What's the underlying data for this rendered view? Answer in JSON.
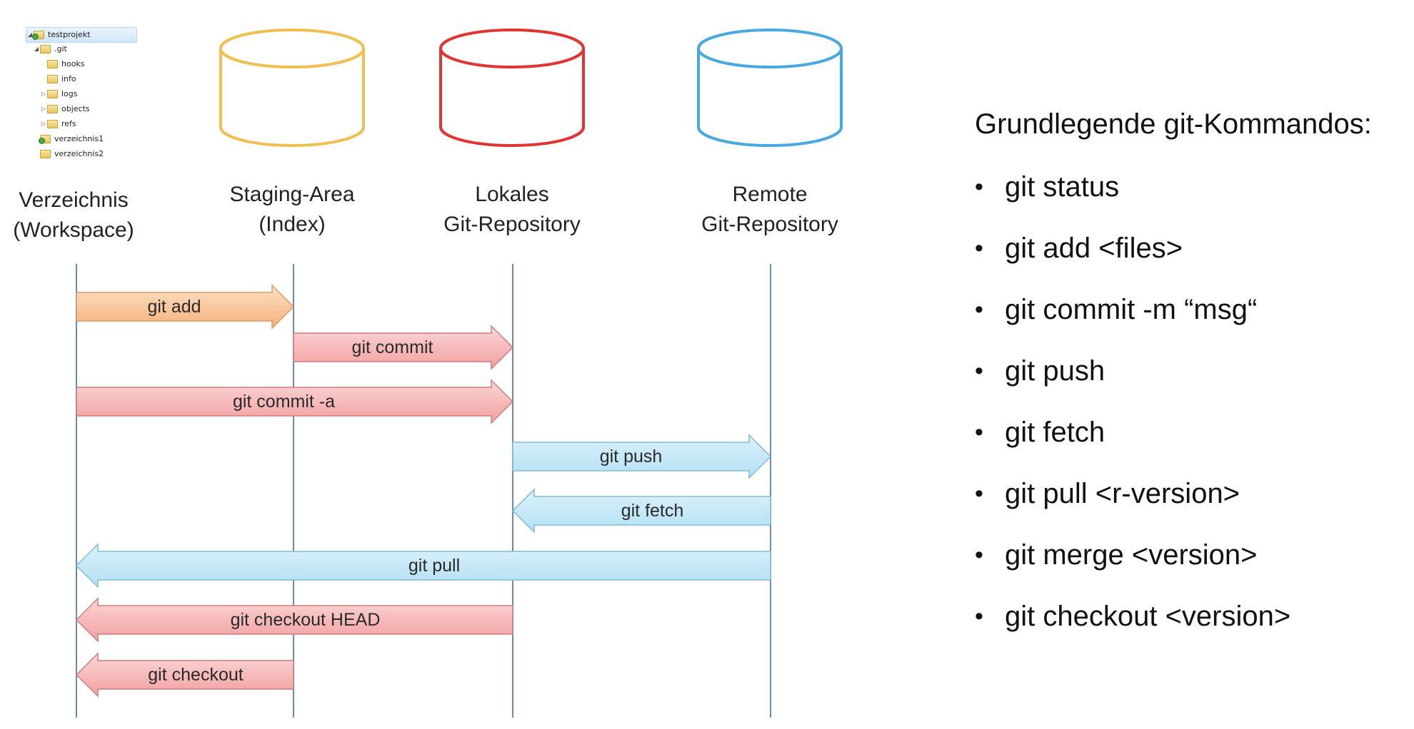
{
  "file_tree": [
    {
      "label": "testprojekt",
      "level": 0,
      "expander": "◢",
      "icon": "project",
      "selected": true
    },
    {
      "label": ".git",
      "level": 1,
      "expander": "◢",
      "icon": "folder"
    },
    {
      "label": "hooks",
      "level": 2,
      "expander": "",
      "icon": "folder"
    },
    {
      "label": "info",
      "level": 2,
      "expander": "",
      "icon": "folder"
    },
    {
      "label": "logs",
      "level": 2,
      "expander": "▷",
      "icon": "folder"
    },
    {
      "label": "objects",
      "level": 2,
      "expander": "▷",
      "icon": "folder"
    },
    {
      "label": "refs",
      "level": 2,
      "expander": "▷",
      "icon": "folder"
    },
    {
      "label": "verzeichnis1",
      "level": 1,
      "expander": "",
      "icon": "versioned-folder"
    },
    {
      "label": "verzeichnis2",
      "level": 1,
      "expander": "",
      "icon": "folder"
    }
  ],
  "stores": [
    {
      "id": "workspace",
      "line1": "Verzeichnis",
      "line2": "(Workspace)"
    },
    {
      "id": "staging",
      "line1": "Staging-Area",
      "line2": "(Index)",
      "color": "#f0bf50"
    },
    {
      "id": "local",
      "line1": "Lokales",
      "line2": "Git-Repository",
      "color": "#e03530"
    },
    {
      "id": "remote",
      "line1": "Remote",
      "line2": "Git-Repository",
      "color": "#4aa8e0"
    }
  ],
  "arrows": [
    {
      "label": "git add",
      "from": "workspace",
      "to": "staging",
      "color": "orange"
    },
    {
      "label": "git commit",
      "from": "staging",
      "to": "local",
      "color": "red"
    },
    {
      "label": "git commit -a",
      "from": "workspace",
      "to": "local",
      "color": "red"
    },
    {
      "label": "git push",
      "from": "local",
      "to": "remote",
      "color": "blue"
    },
    {
      "label": "git fetch",
      "from": "remote",
      "to": "local",
      "color": "blue"
    },
    {
      "label": "git pull",
      "from": "remote",
      "to": "workspace",
      "color": "blue"
    },
    {
      "label": "git checkout HEAD",
      "from": "local",
      "to": "workspace",
      "color": "red"
    },
    {
      "label": "git checkout",
      "from": "staging",
      "to": "workspace",
      "color": "red"
    }
  ],
  "commands": {
    "heading": "Grundlegende git-Kommandos:",
    "items": [
      "git status",
      "git add <files>",
      "git commit -m “msg“",
      "git push",
      "git fetch",
      "git pull <r-version>",
      "git merge <version>",
      "git checkout <version>"
    ]
  }
}
